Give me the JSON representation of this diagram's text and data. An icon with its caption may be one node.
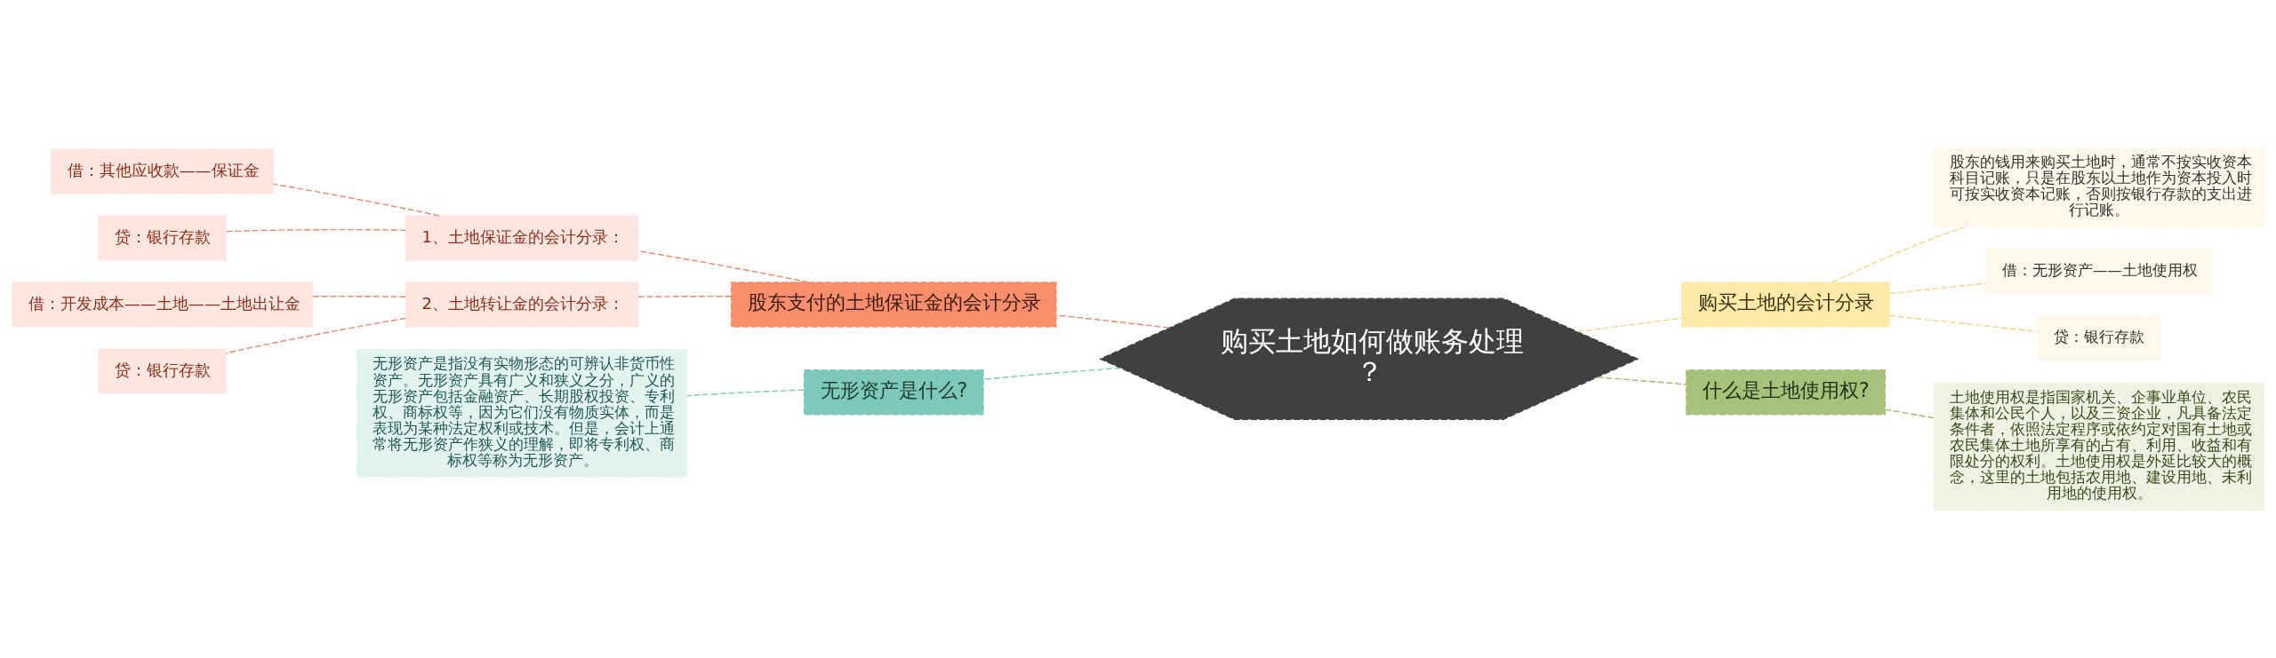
{
  "diagram": {
    "nodes": [
      {
        "text": [
          "购买土地如何做账务处理？"
        ]
      },
      {
        "text": [
          "股东支付的土地保证金的会计分录"
        ]
      },
      {
        "text": [
          "1、土地保证金的会计分录："
        ]
      },
      {
        "text": [
          "借：其他应收款——保证金"
        ]
      },
      {
        "text": [
          "贷：银行存款"
        ]
      },
      {
        "text": [
          "2、土地转让金的会计分录："
        ]
      },
      {
        "text": [
          "借：开发成本——土地——土地出让金"
        ]
      },
      {
        "text": [
          "贷：银行存款"
        ]
      },
      {
        "text": [
          "无形资产是什么?"
        ]
      },
      {
        "text": [
          "无形资产是指没有实物形态的可辨认非货币性资产。无形资产具有广义和狭义之分，广义的无形资产包括金融资产、长期股权投资、专利权、商标权等，因为它们没有物质实体，而是表现为某种法定权利或技术。但是，会计上通常将无形资产作狭义的理解，即将专利权、商标权等称为无形资产。"
        ]
      },
      {
        "text": [
          "购买土地的会计分录"
        ]
      },
      {
        "text": [
          "股东的钱用来购买土地时，通常不按实收资本科目记账，只是在股东以土地作为资本投入时可按实收资本记账，否则按银行存款的支出进行记账。"
        ]
      },
      {
        "text": [
          "借：无形资产——土地使用权"
        ]
      },
      {
        "text": [
          "贷：银行存款"
        ]
      },
      {
        "text": [
          "什么是土地使用权?"
        ]
      },
      {
        "text": [
          "土地使用权是指国家机关、企事业单位、农民集体和公民个人，以及三资企业，凡具备法定条件者，依照法定程序或依约定对国有土地或农民集体土地所享有的占有、利用、收益和有限处分的权利。土地使用权是外延比较大的概念，这里的土地包括农用地、建设用地、未利用地的使用权。"
        ]
      }
    ],
    "edges": [
      {
        "from": 0,
        "to": 1,
        "arrow": "none",
        "style": "dashed",
        "color": "#e8876a"
      },
      {
        "from": 1,
        "to": 2,
        "arrow": "none",
        "style": "dashed",
        "color": "#e8876a"
      },
      {
        "from": 2,
        "to": 3,
        "arrow": "none",
        "style": "dashed",
        "color": "#e8876a"
      },
      {
        "from": 2,
        "to": 4,
        "arrow": "none",
        "style": "dashed",
        "color": "#e8876a"
      },
      {
        "from": 1,
        "to": 5,
        "arrow": "none",
        "style": "dashed",
        "color": "#e8876a"
      },
      {
        "from": 5,
        "to": 6,
        "arrow": "none",
        "style": "dashed",
        "color": "#e8876a"
      },
      {
        "from": 5,
        "to": 7,
        "arrow": "none",
        "style": "dashed",
        "color": "#e8876a"
      },
      {
        "from": 0,
        "to": 8,
        "arrow": "none",
        "style": "dashed",
        "color": "#7dc8b6"
      },
      {
        "from": 8,
        "to": 9,
        "arrow": "none",
        "style": "dashed",
        "color": "#7dc8b6"
      },
      {
        "from": 0,
        "to": 10,
        "arrow": "none",
        "style": "dashed",
        "color": "#f0d68a"
      },
      {
        "from": 10,
        "to": 11,
        "arrow": "none",
        "style": "dashed",
        "color": "#f0d68a"
      },
      {
        "from": 10,
        "to": 12,
        "arrow": "none",
        "style": "dashed",
        "color": "#f0d68a"
      },
      {
        "from": 10,
        "to": 13,
        "arrow": "none",
        "style": "dashed",
        "color": "#f0d68a"
      },
      {
        "from": 0,
        "to": 14,
        "arrow": "none",
        "style": "dashed",
        "color": "#9cb86e"
      },
      {
        "from": 14,
        "to": 15,
        "arrow": "none",
        "style": "dashed",
        "color": "#9cb86e"
      }
    ]
  }
}
